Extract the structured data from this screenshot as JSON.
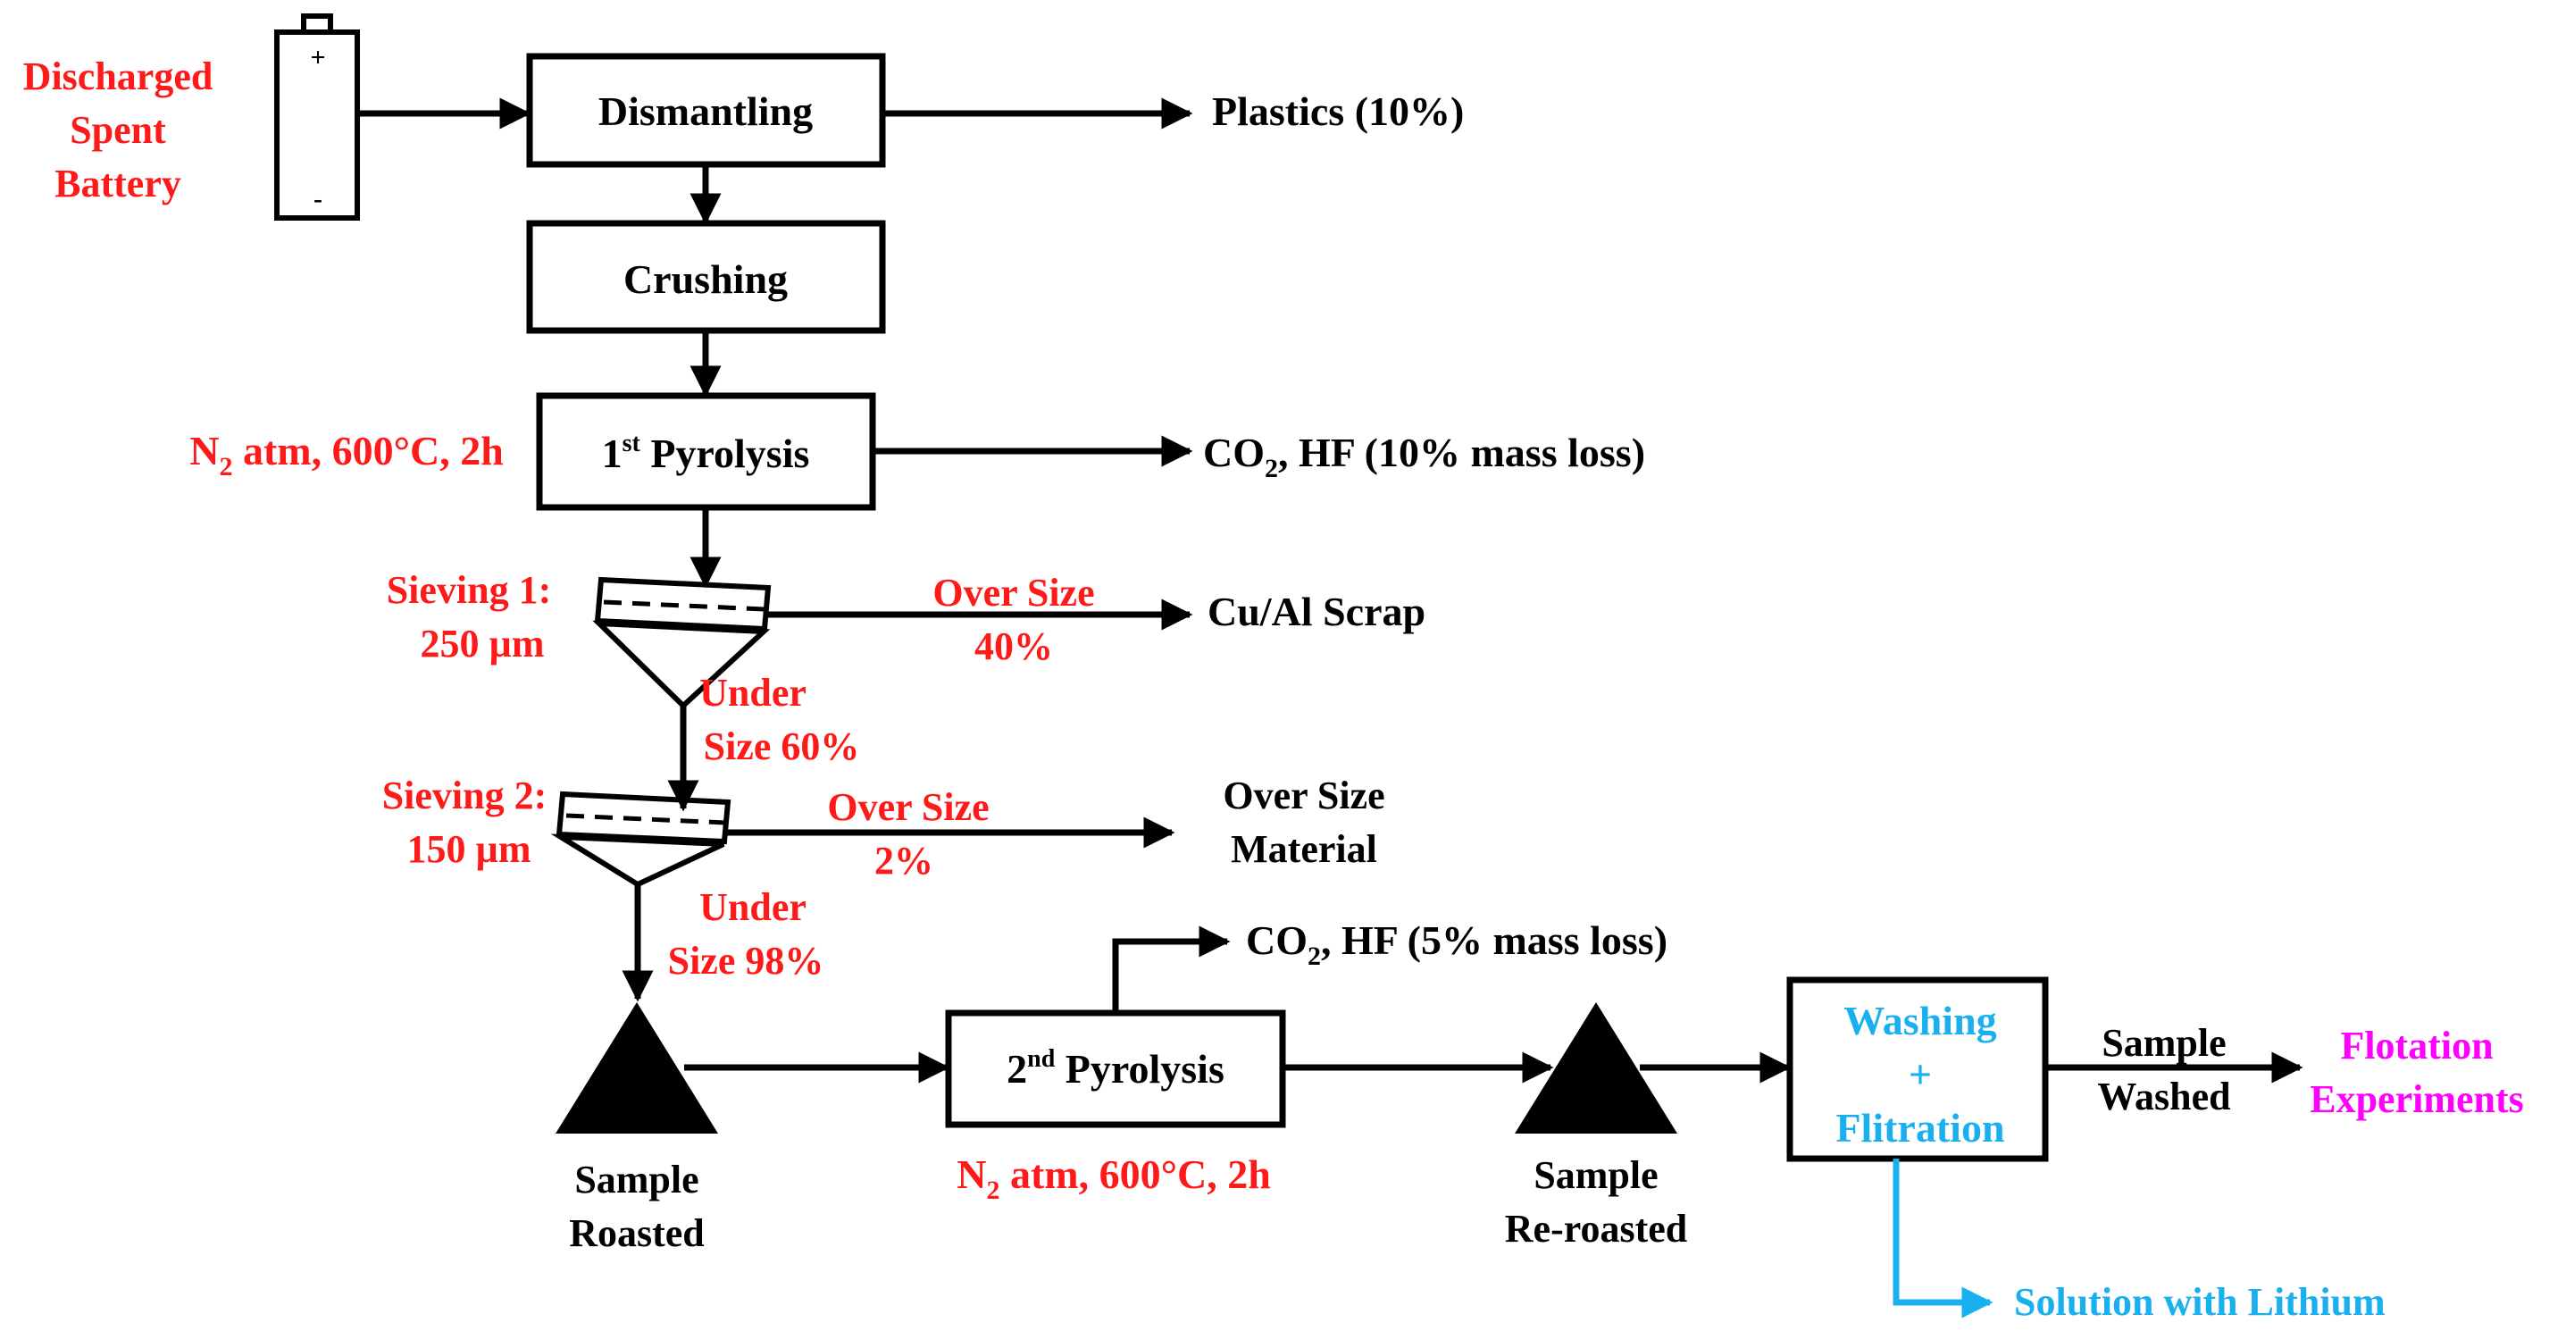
{
  "colors": {
    "black": "#000000",
    "red": "#ff1a1a",
    "blue": "#1ab0f0",
    "magenta": "#ff00ff"
  },
  "source": {
    "label_lines": [
      "Discharged",
      "Spent",
      "Battery"
    ],
    "plus": "+",
    "minus": "-",
    "icon": "battery-icon"
  },
  "boxes": {
    "dismantling": "Dismantling",
    "crushing": "Crushing",
    "pyrolysis1": {
      "sup": "st",
      "num": "1",
      "text": " Pyrolysis"
    },
    "pyrolysis2": {
      "sup": "nd",
      "num": "2",
      "text": " Pyrolysis"
    },
    "washing": {
      "line1": "Washing",
      "line2": "+",
      "line3": "Flitration"
    }
  },
  "conditions": {
    "pyrolysis1": {
      "pre": "N",
      "sub": "2",
      "post": " atm, 600°C, 2h"
    },
    "pyrolysis2": {
      "pre": "N",
      "sub": "2",
      "post": " atm, 600°C, 2h"
    }
  },
  "outputs": {
    "plastics": "Plastics (10%)",
    "gas1": {
      "pre": "CO",
      "sub": "2",
      "post": ", HF (10% mass loss)"
    },
    "gas2": {
      "pre": "CO",
      "sub": "2",
      "post": ", HF (5% mass loss)"
    },
    "scrap": "Cu/Al Scrap",
    "oversize_material": [
      "Over Size",
      "Material"
    ],
    "lithium": "Solution with Lithium",
    "washed": [
      "Sample",
      "Washed"
    ],
    "flotation": [
      "Flotation",
      "Experiments"
    ]
  },
  "sieving": {
    "s1": {
      "label": [
        "Sieving 1:",
        "250 µm"
      ],
      "over": [
        "Over Size",
        "40%"
      ],
      "under": [
        "Under",
        "Size 60%"
      ]
    },
    "s2": {
      "label": [
        "Sieving 2:",
        "150 µm"
      ],
      "over": [
        "Over Size",
        "2%"
      ],
      "under": [
        "Under",
        "Size 98%"
      ]
    }
  },
  "piles": {
    "roasted": [
      "Sample",
      "Roasted"
    ],
    "reroasted": [
      "Sample",
      "Re-roasted"
    ]
  }
}
